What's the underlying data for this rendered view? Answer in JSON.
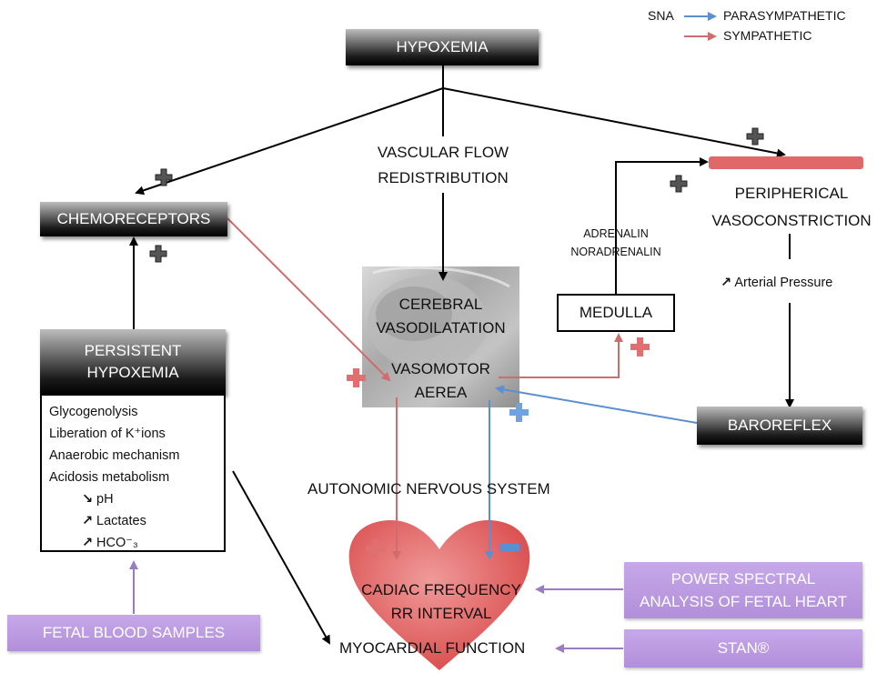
{
  "legend": {
    "title": "SNA",
    "parasympathetic": "PARASYMPATHETIC",
    "sympathetic": "SYMPATHETIC",
    "parasympathetic_color": "#5b8fd0",
    "sympathetic_color": "#d06c6c"
  },
  "nodes": {
    "hypoxemia": "HYPOXEMIA",
    "chemoreceptors": "CHEMORECEPTORS",
    "persistent_hypoxemia": [
      "PERSISTENT",
      "HYPOXEMIA"
    ],
    "vascular_flow": [
      "VASCULAR FLOW",
      "REDISTRIBUTION"
    ],
    "cerebral": [
      "CEREBRAL",
      "VASODILATATION"
    ],
    "vasomotor": [
      "VASOMOTOR",
      "AEREA"
    ],
    "adrenalin": [
      "ADRENALIN",
      "NORADRENALIN"
    ],
    "medulla": "MEDULLA",
    "peripheral": [
      "PERIPHERICAL",
      "VASOCONSTRICTION"
    ],
    "arterial_pressure": "Arterial Pressure",
    "baroreflex": "BAROREFLEX",
    "autonomic": "AUTONOMIC NERVOUS SYSTEM",
    "cardiac": [
      "CADIAC FREQUENCY",
      "RR INTERVAL"
    ],
    "myocardial": "MYOCARDIAL FUNCTION",
    "fetal_blood": "FETAL BLOOD SAMPLES",
    "power_spectral": [
      "POWER SPECTRAL",
      "ANALYSIS OF FETAL HEART"
    ],
    "stan": "STAN®"
  },
  "hypoxemia_effects": {
    "items": [
      "Glycogenolysis",
      "Liberation of K⁺ions",
      "Anaerobic mechanism",
      "Acidosis metabolism"
    ],
    "ph": "pH",
    "lactates": "Lactates",
    "hco3": "HCO⁻₃"
  },
  "colors": {
    "heart": "#e05d5d",
    "purple_box": "#b895de",
    "plus_dark": "#555555",
    "plus_red": "#e07070",
    "plus_blue": "#6fa3dd",
    "minus_blue": "#5b8fd0"
  }
}
